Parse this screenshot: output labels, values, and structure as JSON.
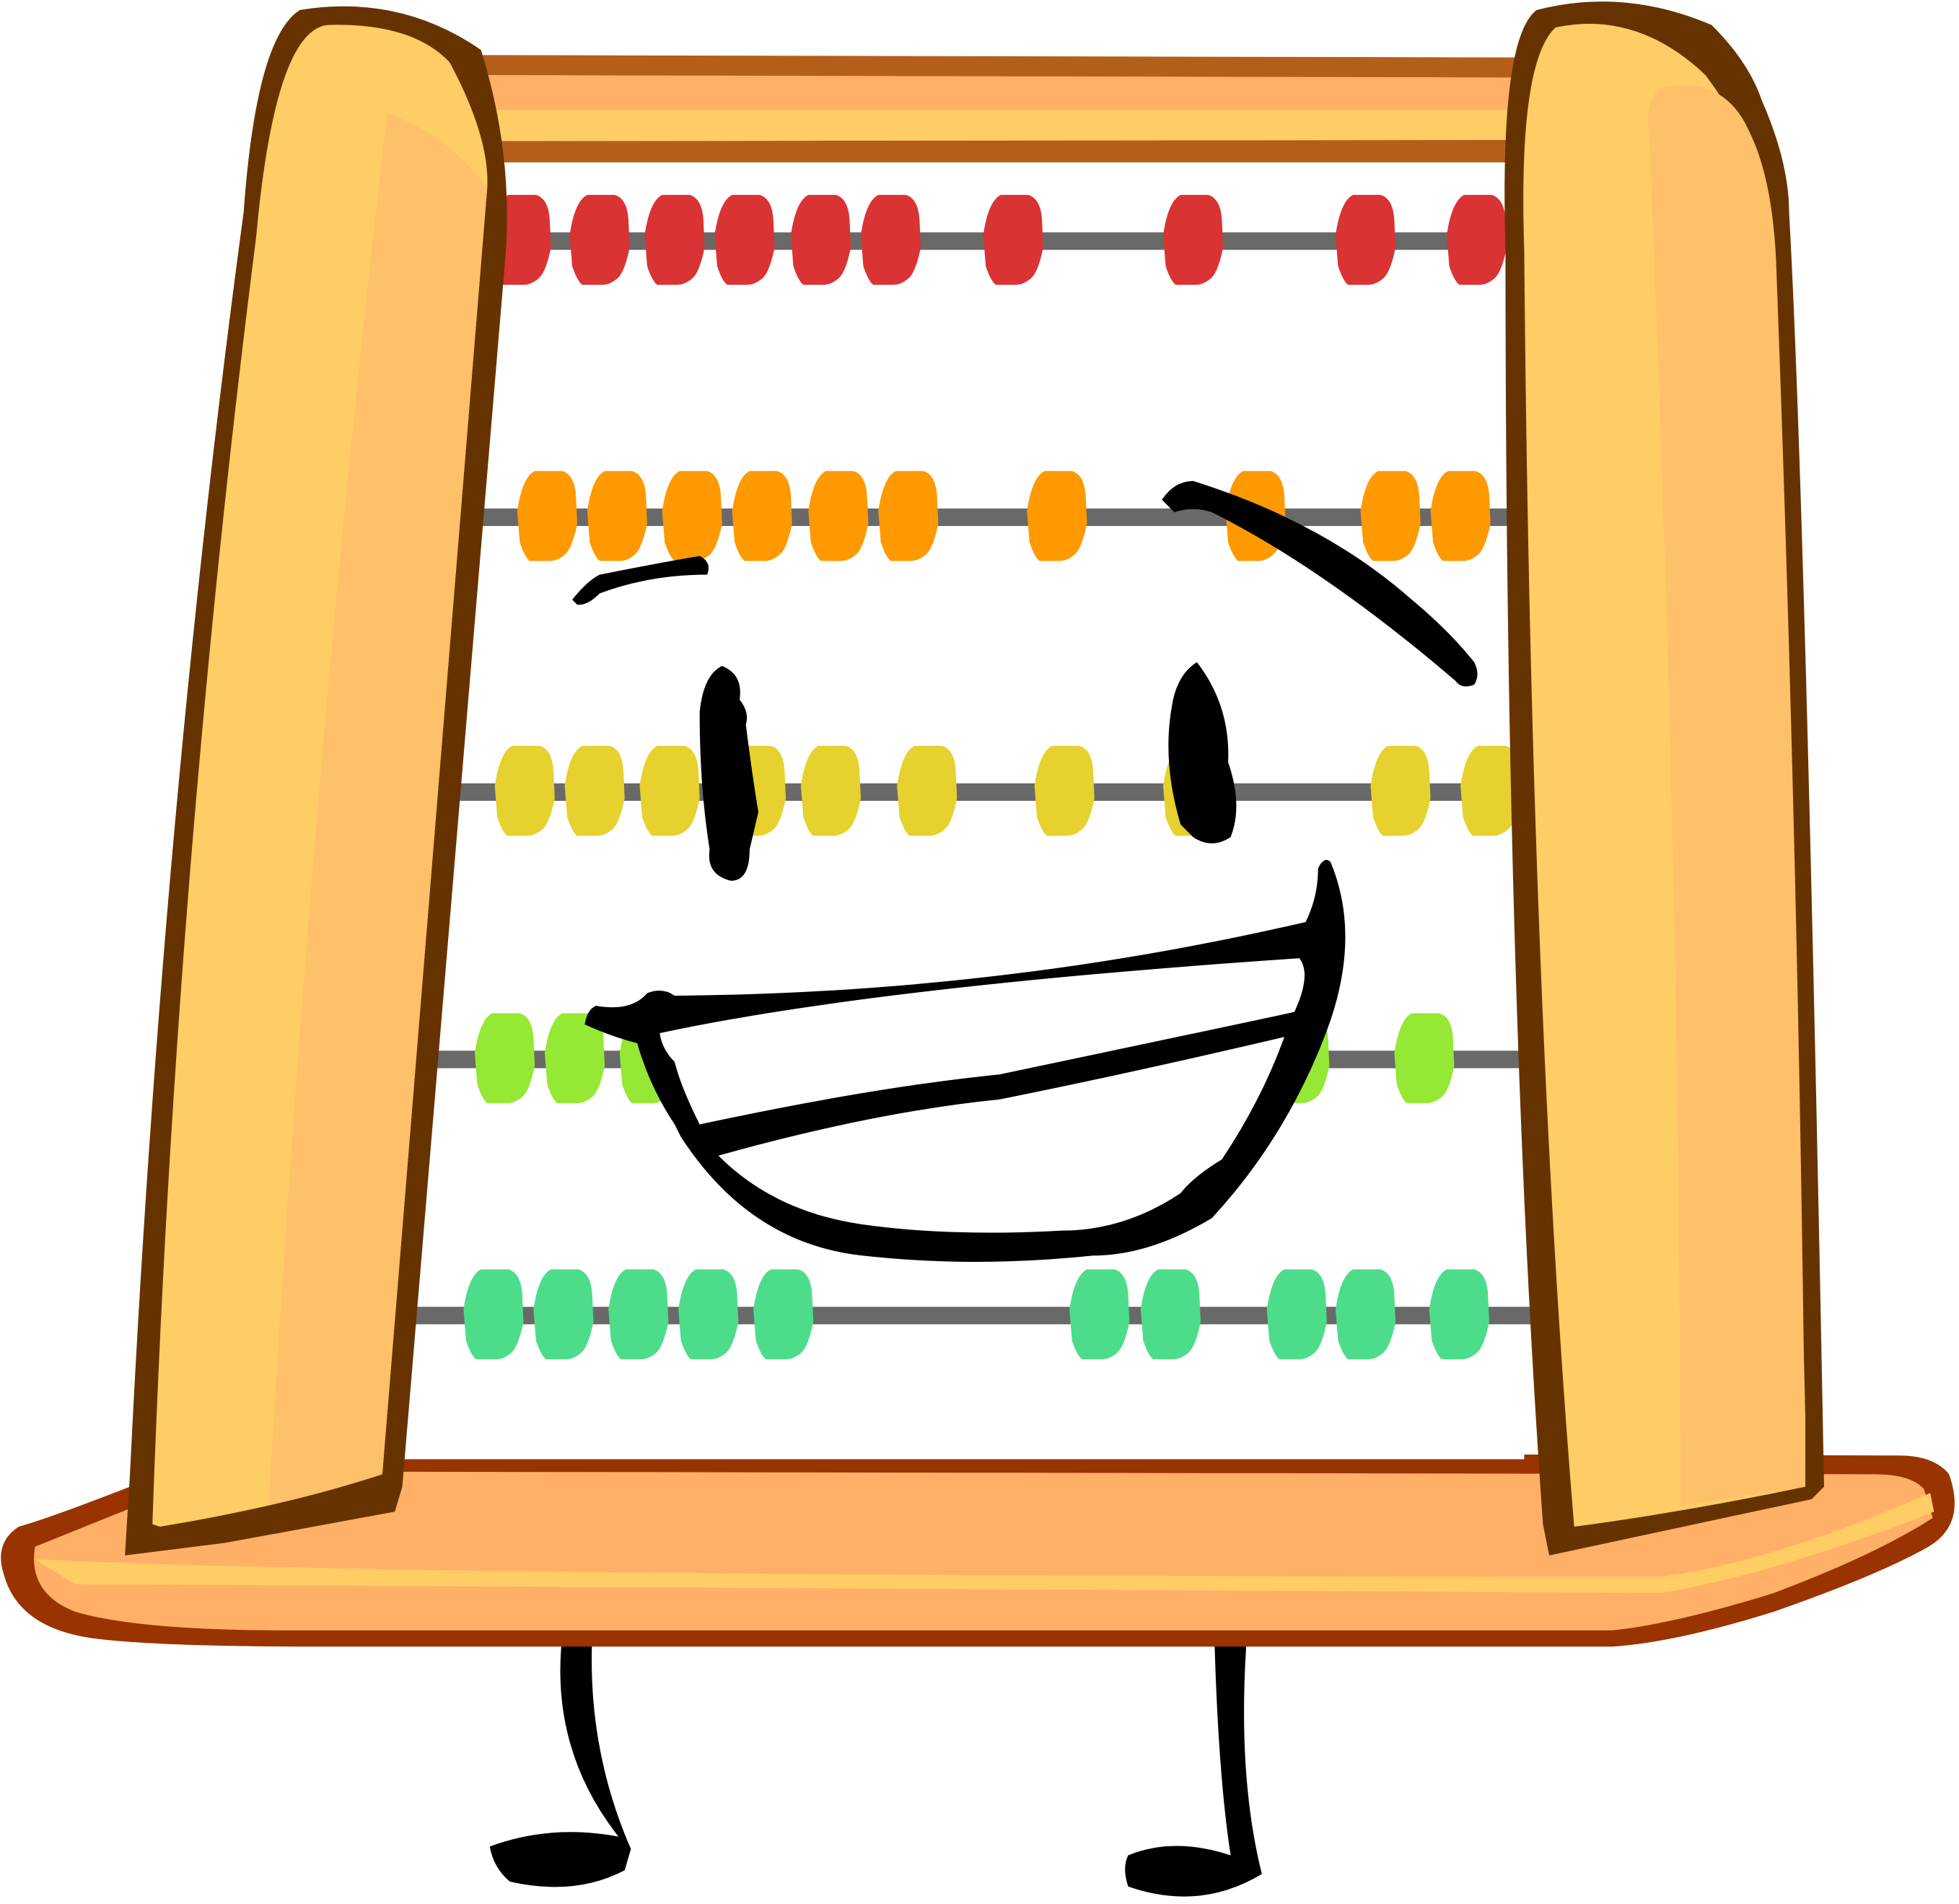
{
  "character": "abacus",
  "colors": {
    "outline_dark": "#663300",
    "outline_base": "#993300",
    "outline_bar": "#b35f1a",
    "wood_light": "#ffcd66",
    "wood_mid": "#ffc06a",
    "wood_orange": "#ffb066",
    "rod": "#696969",
    "face": "#000000",
    "teeth": "#ffffff"
  },
  "rows": [
    {
      "name": "red",
      "color": "#d93333",
      "beads": 10
    },
    {
      "name": "orange",
      "color": "#ff9900",
      "beads": 10
    },
    {
      "name": "yellow",
      "color": "#e6d12e",
      "beads": 10
    },
    {
      "name": "green",
      "color": "#95e833",
      "beads": 5
    },
    {
      "name": "teal",
      "color": "#4ddd8a",
      "beads": 10
    }
  ]
}
